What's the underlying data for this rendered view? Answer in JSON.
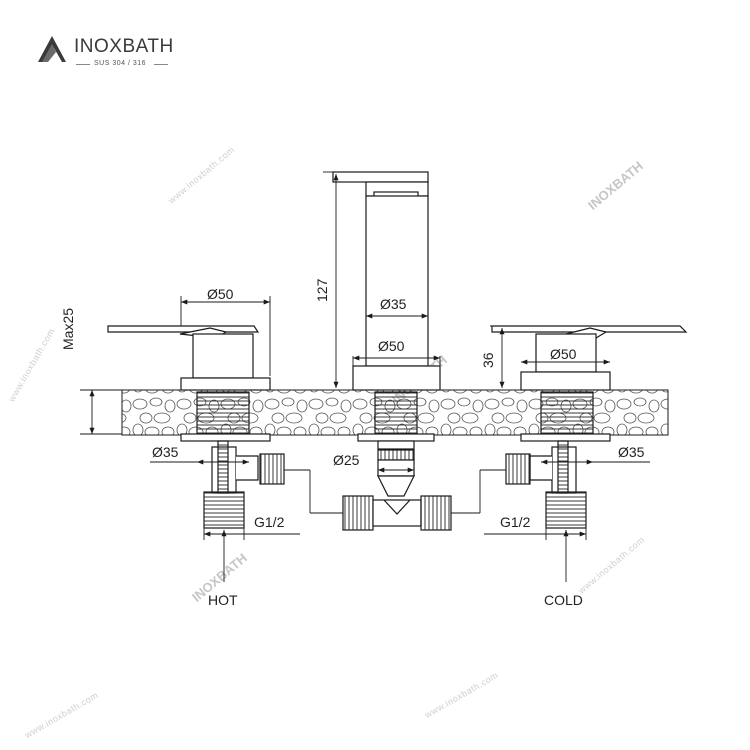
{
  "brand": {
    "name": "INOXBATH",
    "subtitle": "SUS 304 / 316"
  },
  "watermark": {
    "domain": "www.inoxbath.com",
    "brand": "INOXBATH"
  },
  "dimensions": {
    "left_handle_diameter": "Ø50",
    "max_height": "Max25",
    "spout_height": "127",
    "spout_diameter": "Ø35",
    "spout_base_diameter": "Ø50",
    "right_handle_height": "36",
    "right_handle_diameter": "Ø50",
    "left_shank_diameter": "Ø35",
    "spout_shank_diameter": "Ø25",
    "right_shank_diameter": "Ø35",
    "left_thread": "G1/2",
    "right_thread": "G1/2"
  },
  "labels": {
    "hot": "HOT",
    "cold": "COLD"
  },
  "colors": {
    "line": "#1a1a1a",
    "watermark": "#cccccc",
    "brand_text": "#3a3a3a"
  }
}
